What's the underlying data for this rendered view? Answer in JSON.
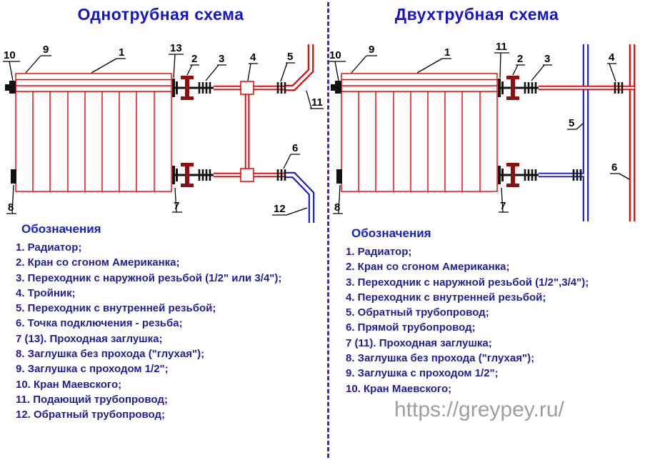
{
  "left": {
    "title": "Однотрубная схема",
    "legend_title": "Обозначения",
    "legend": [
      "1. Радиатор;",
      "2. Кран со сгоном Американка;",
      "3. Переходник с наружной резьбой (1/2\" или 3/4\");",
      "4. Тройник;",
      "5. Переходник с внутренней резьбой;",
      "6. Точка подключения - резьба;",
      "7 (13). Проходная заглушка;",
      "8. Заглушка без прохода (\"глухая\");",
      "9. Заглушка с проходом 1/2\";",
      "10. Кран Маевского;",
      "11. Подающий трубопровод;",
      "12. Обратный трубопровод;"
    ],
    "callouts": [
      "10",
      "9",
      "1",
      "13",
      "2",
      "3",
      "4",
      "5",
      "11",
      "6",
      "12",
      "8",
      "7"
    ]
  },
  "right": {
    "title": "Двухтрубная схема",
    "legend_title": "Обозначения",
    "legend": [
      "1. Радиатор;",
      "2. Кран со сгоном Американка;",
      "3. Переходник с наружной резьбой (1/2\",3/4\");",
      "4. Переходник с внутренней резьбой;",
      "5. Обратный трубопровод;",
      "6. Прямой трубопровод;",
      "7 (11). Проходная заглушка;",
      "8. Заглушка без прохода (\"глухая\");",
      "9. Заглушка с проходом 1/2\";",
      "10. Кран Маевского;"
    ],
    "callouts": [
      "10",
      "9",
      "1",
      "11",
      "2",
      "3",
      "4",
      "5",
      "6",
      "8",
      "7"
    ]
  },
  "watermark": "https://greypey.ru/",
  "colors": {
    "title_blue": "#1414cc",
    "legend_blue": "#1e1e9e",
    "radiator_red": "#e80000",
    "return_pipe_blue": "#1a1acd",
    "valve_dark_red": "#8f0e0e",
    "fitting_black": "#111111",
    "divider_purple": "#44338a",
    "watermark_gray": "#9e9e9e"
  }
}
